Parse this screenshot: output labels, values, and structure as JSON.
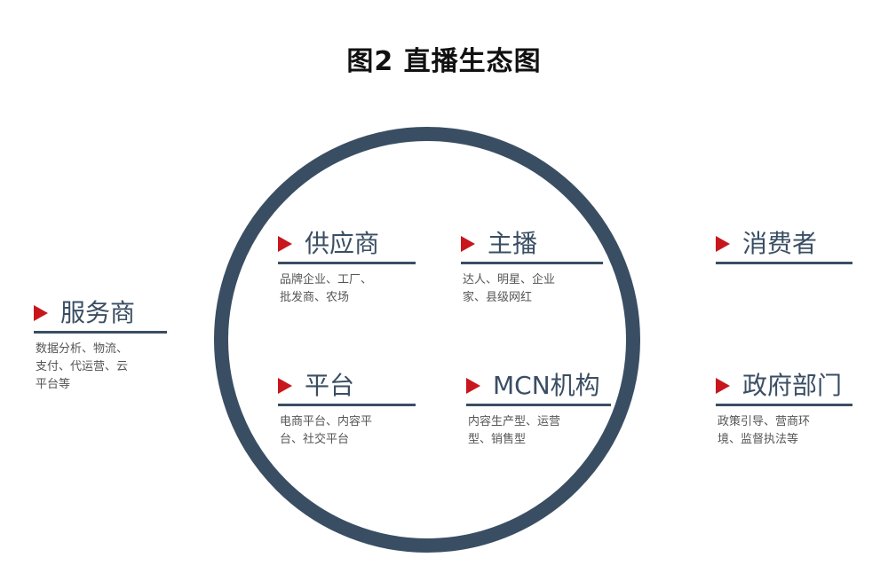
{
  "title": "图2  直播生态图",
  "colors": {
    "ring": "#3a4e63",
    "marker": "#c8161d",
    "text": "#3a4e63"
  },
  "nodes": {
    "supplier": {
      "label": "供应商",
      "desc_line1": "品牌企业、工厂、",
      "desc_line2": "批发商、农场"
    },
    "anchor": {
      "label": "主播",
      "desc_line1": "达人、明星、企业",
      "desc_line2": "家、县级网红"
    },
    "consumer": {
      "label": "消费者"
    },
    "service": {
      "label": "服务商",
      "desc_line1": "数据分析、物流、",
      "desc_line2": "支付、代运营、云",
      "desc_line3": "平台等"
    },
    "platform": {
      "label": "平台",
      "desc_line1": "电商平台、内容平",
      "desc_line2": "台、社交平台"
    },
    "mcn": {
      "label": "MCN机构",
      "desc_line1": "内容生产型、运营",
      "desc_line2": "型、销售型"
    },
    "gov": {
      "label": "政府部门",
      "desc_line1": "政策引导、营商环",
      "desc_line2": "境、监督执法等"
    }
  }
}
